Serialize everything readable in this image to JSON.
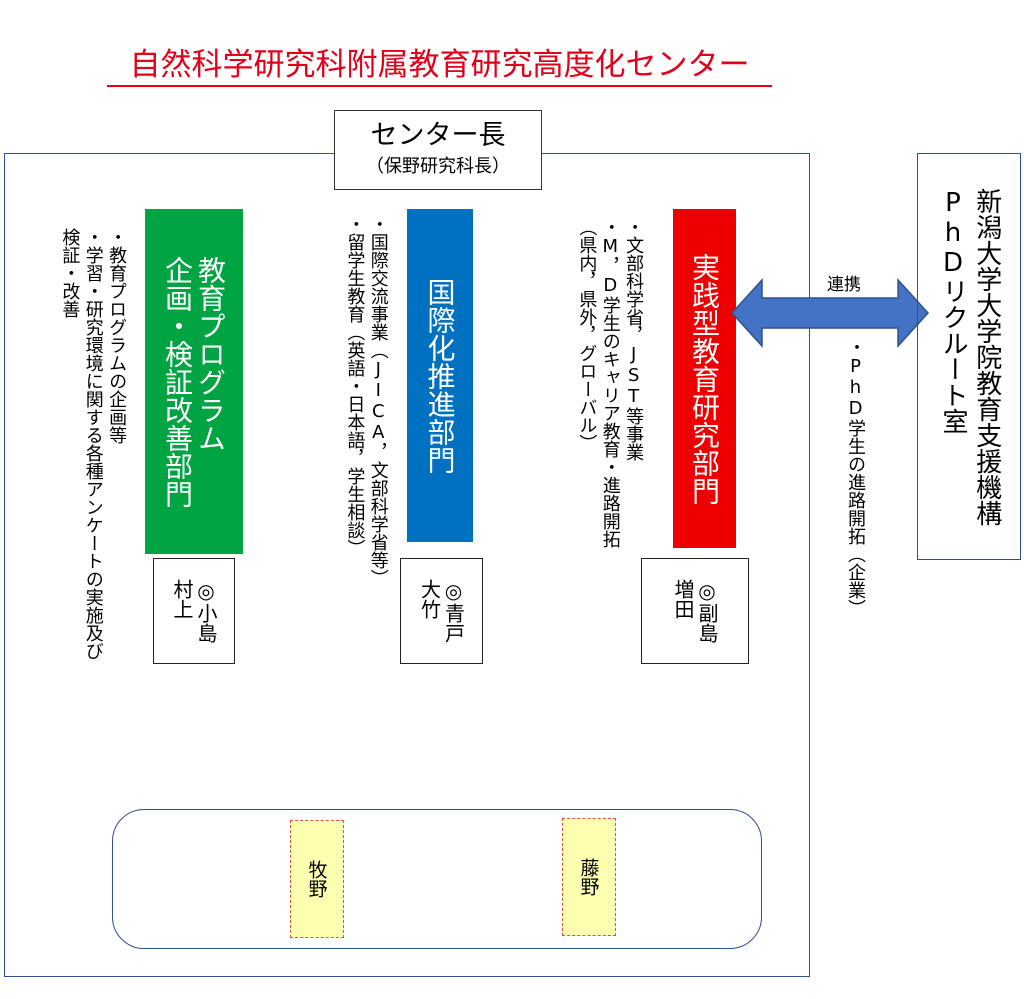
{
  "title": "自然科学研究科附属教育研究高度化センター",
  "director": {
    "title": "センター長",
    "name": "（保野研究科長）"
  },
  "departments": {
    "education": {
      "name": "教育プログラム\n企画・検証改善部門",
      "description": "・教育プログラムの企画等\n・学習・研究環境に関する各種アンケートの実施及び\n検証・改善",
      "members": "◎小島\n村上",
      "color": "#00a442"
    },
    "international": {
      "name": "国際化推進部門",
      "description": "・国際交流事業（JICA，文部科学省等）\n・留学生教育（英語・日本語，学生相談）",
      "members": "◎青戸\n大竹",
      "color": "#0070c0"
    },
    "practical": {
      "name": "実践型教育研究部門",
      "description": "・文部科学省，JST等事業\n・M，D学生のキャリア教育・進路開拓\n（県内，県外，グローバル）",
      "members": "◎副島\n増田",
      "color": "#ee0000"
    }
  },
  "link": {
    "label": "連携",
    "note": "・PhD学生の進路開拓（企業）",
    "arrow_color": "#4472c4"
  },
  "recruit_office": {
    "name": "新潟大学大学院教育支援機構\nPhDリクルート室"
  },
  "staff": {
    "left": "牧野",
    "right": "藤野"
  }
}
